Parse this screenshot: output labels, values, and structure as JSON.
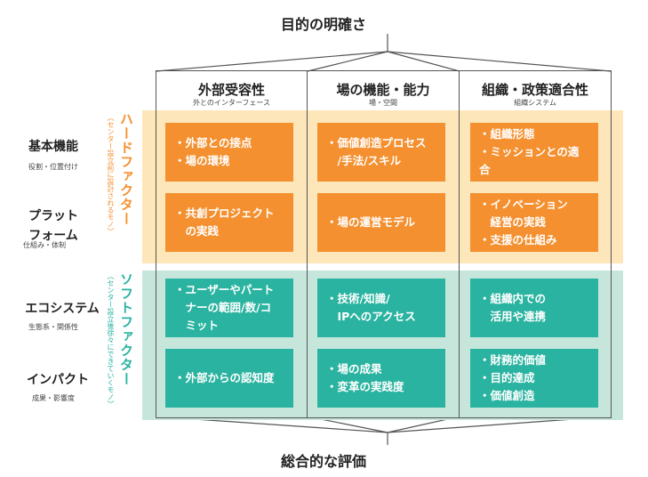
{
  "top_title": "目的の明確さ",
  "bottom_title": "総合的な評価",
  "columns": [
    {
      "title": "外部受容性",
      "subtitle": "外とのインターフェース"
    },
    {
      "title": "場の機能・能力",
      "subtitle": "場・空間"
    },
    {
      "title": "組織・政策適合性",
      "subtitle": "組織システム"
    }
  ],
  "rows": [
    {
      "label": "基本機能",
      "subtitle": "役割・位置付け"
    },
    {
      "label_line1": "プラット",
      "label_line2": "フォーム",
      "subtitle": "仕組み・体制"
    },
    {
      "label": "エコシステム",
      "subtitle": "生態系・関係性"
    },
    {
      "label": "インパクト",
      "subtitle": "成果・影響度"
    }
  ],
  "factors": {
    "hard": {
      "title": "ハードファクター",
      "subtitle": "（センター設立前に設計されるモノ）",
      "color": "#f4902f"
    },
    "soft": {
      "title": "ソフトファクター",
      "subtitle": "（センター設立後徐々にできていくモノ）",
      "color": "#2ab3a0"
    }
  },
  "cells": {
    "r0": [
      [
        "・外部との接点",
        "・場の環境"
      ],
      [
        "・価値創造プロセス",
        "　/手法/スキル"
      ],
      [
        "・組織形態",
        "・ミッションとの適合"
      ]
    ],
    "r1": [
      [
        "・共創プロジェクト",
        "　の実践"
      ],
      [
        "・場の運営モデル"
      ],
      [
        "・イノベーション",
        "　経営の実践",
        "・支援の仕組み"
      ]
    ],
    "r2": [
      [
        "・ユーザーやパート",
        "　ナーの範囲/数/コ",
        "　ミット"
      ],
      [
        "・技術/知識/",
        "　IPへのアクセス"
      ],
      [
        "・組織内での",
        "　活用や連携"
      ]
    ],
    "r3": [
      [
        "・外部からの認知度"
      ],
      [
        "・場の成果",
        "・変革の実践度"
      ],
      [
        "・財務的価値",
        "・目的達成",
        "・価値創造"
      ]
    ]
  },
  "colors": {
    "orange": "#f4902f",
    "teal": "#2ab3a0",
    "hard_band": "#fde6b9",
    "soft_band": "#c6e6dc"
  }
}
